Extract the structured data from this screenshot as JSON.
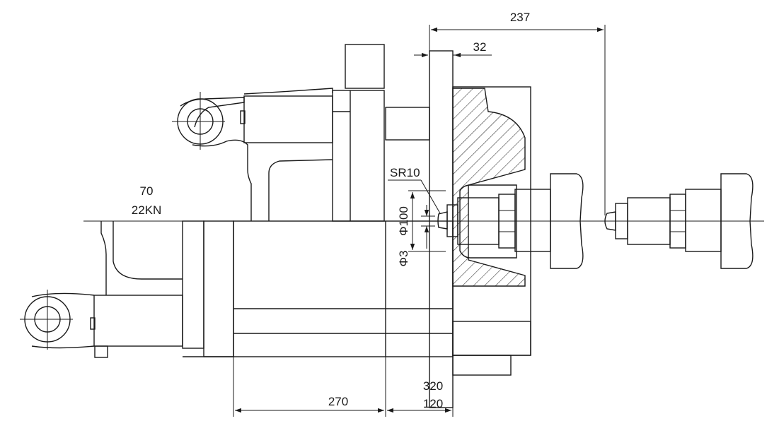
{
  "dimensions": {
    "d237": "237",
    "d32": "32",
    "d270": "270",
    "d320": "320",
    "d120": "120"
  },
  "annotations": {
    "sr10": "SR10",
    "phi100": "Φ100",
    "phi3": "Φ3",
    "seventy": "70",
    "force": "22KN"
  }
}
